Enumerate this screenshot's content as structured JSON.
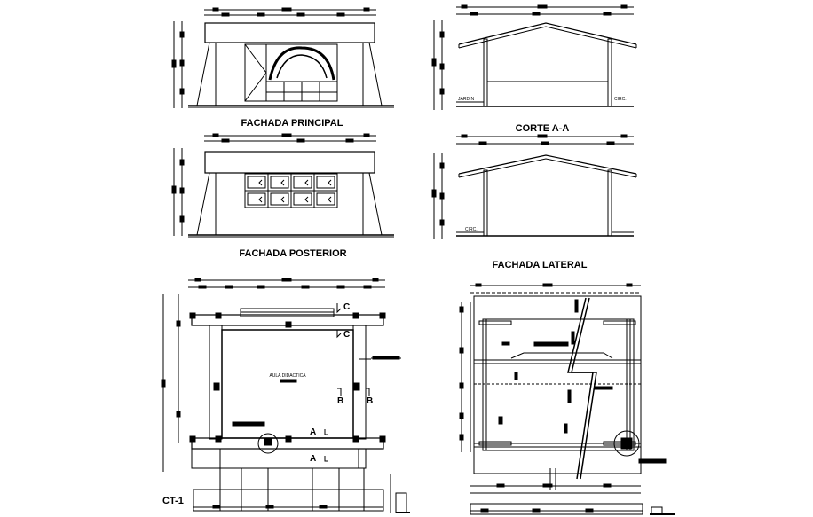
{
  "sheet": {
    "titles": {
      "fachada_principal": "FACHADA PRINCIPAL",
      "corte_aa": "CORTE A-A",
      "fachada_posterior": "FACHADA POSTERIOR",
      "fachada_lateral": "FACHADA LATERAL"
    },
    "annotations": {
      "jardin": "JARDIN",
      "circ_corte": "CIRC.",
      "circ_lateral": "CIRC.",
      "aula": "AULA DIDACTICA",
      "ct1": "CT-1"
    },
    "section_marks": {
      "c1": "C",
      "c2": "C",
      "b1": "B",
      "b2": "B",
      "a1": "A",
      "a2": "A"
    }
  }
}
